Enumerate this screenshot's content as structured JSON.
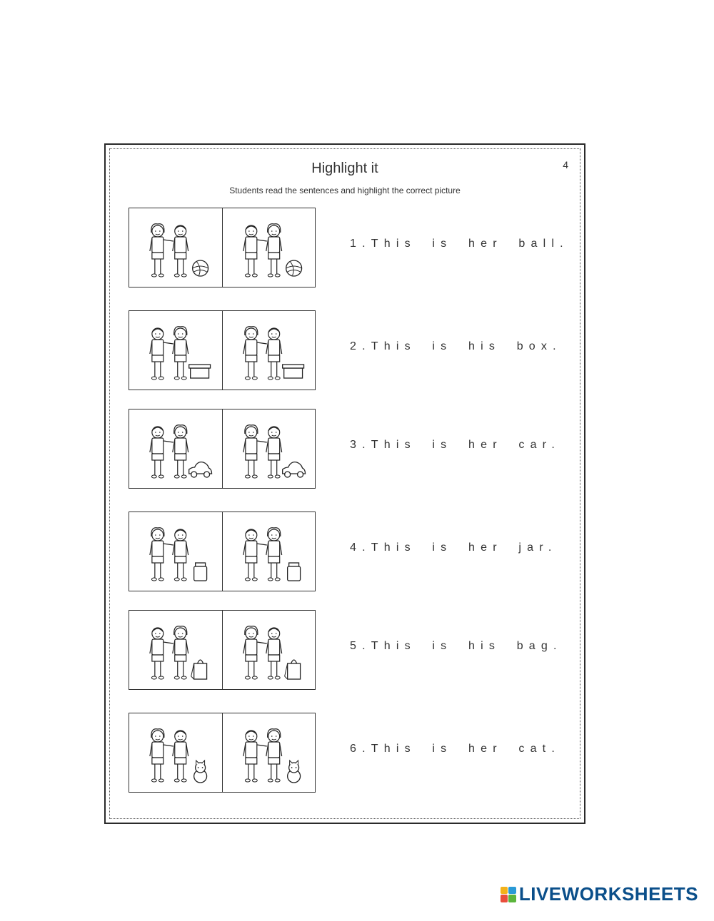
{
  "worksheet": {
    "title": "Highlight it",
    "page_number": "4",
    "instructions": "Students read the sentences and highlight the correct picture",
    "items": [
      {
        "sentence": "1.This is her ball.",
        "object": "ball",
        "left_pair": "girl-boy",
        "right_pair": "boy-girl"
      },
      {
        "sentence": "2.This is his box.",
        "object": "box",
        "left_pair": "boy-girl",
        "right_pair": "girl-boy"
      },
      {
        "sentence": "3.This is her car.",
        "object": "car",
        "left_pair": "boy-girl",
        "right_pair": "girl-boy"
      },
      {
        "sentence": "4.This is her jar.",
        "object": "jar",
        "left_pair": "girl-boy",
        "right_pair": "boy-girl"
      },
      {
        "sentence": "5.This is his bag.",
        "object": "bag",
        "left_pair": "boy-girl",
        "right_pair": "girl-boy"
      },
      {
        "sentence": "6.This is her cat.",
        "object": "cat",
        "left_pair": "girl-boy",
        "right_pair": "boy-girl"
      }
    ]
  },
  "brand": {
    "name": "LIVEWORKSHEETS",
    "icon": "liveworksheets-logo-icon",
    "colors": [
      "#f2b21b",
      "#2a9ad6",
      "#e94e3c",
      "#5bb53c"
    ]
  }
}
